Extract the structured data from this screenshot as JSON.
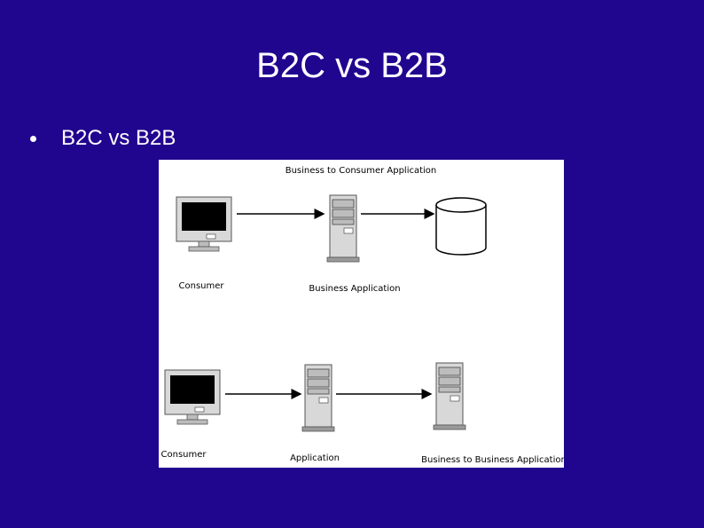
{
  "slide": {
    "title": "B2C vs B2B",
    "bullet": "B2C vs B2B"
  },
  "diagram": {
    "b2c": {
      "title": "Business to Consumer Application",
      "consumer_label": "Consumer",
      "server_label": "Business Application"
    },
    "b2b": {
      "consumer_label": "Consumer",
      "server_label": "Application",
      "server2_label": "Business to Business Application"
    }
  },
  "colors": {
    "background": "#20058f",
    "text": "#ffffff"
  }
}
